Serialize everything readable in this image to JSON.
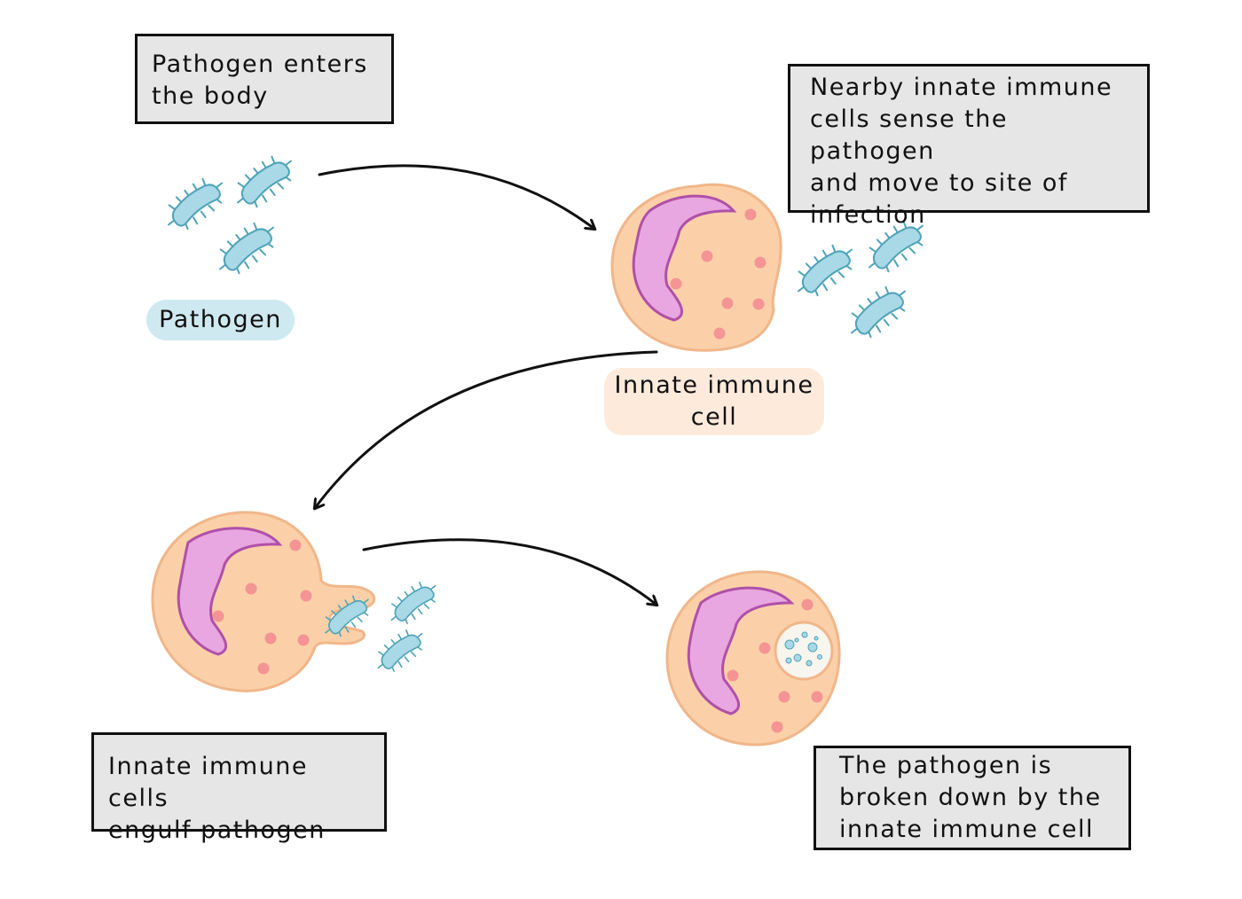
{
  "steps": {
    "enter": "Pathogen enters\nthe body",
    "sense": "Nearby innate immune\ncells sense the pathogen\nand move to site of\ninfection",
    "engulf": "Innate immune cells\nengulf pathogen",
    "breakdown": "The pathogen is\nbroken down by the\ninnate immune cell"
  },
  "labels": {
    "pathogen": "Pathogen",
    "immune_cell": "Innate immune\ncell"
  },
  "colors": {
    "cell_body": "#fbd0a8",
    "cell_outline": "#f0b68a",
    "nucleus": "#e8a7e0",
    "nucleus_outline": "#b050a8",
    "granule": "#f49494",
    "pathogen": "#a9d8e6",
    "pathogen_outline": "#4fa3b8",
    "pathogen_label_bg": "#cfe9f0",
    "cell_label_bg": "#fdeadb",
    "box_bg": "#e6e6e6",
    "arrow": "#111111"
  }
}
